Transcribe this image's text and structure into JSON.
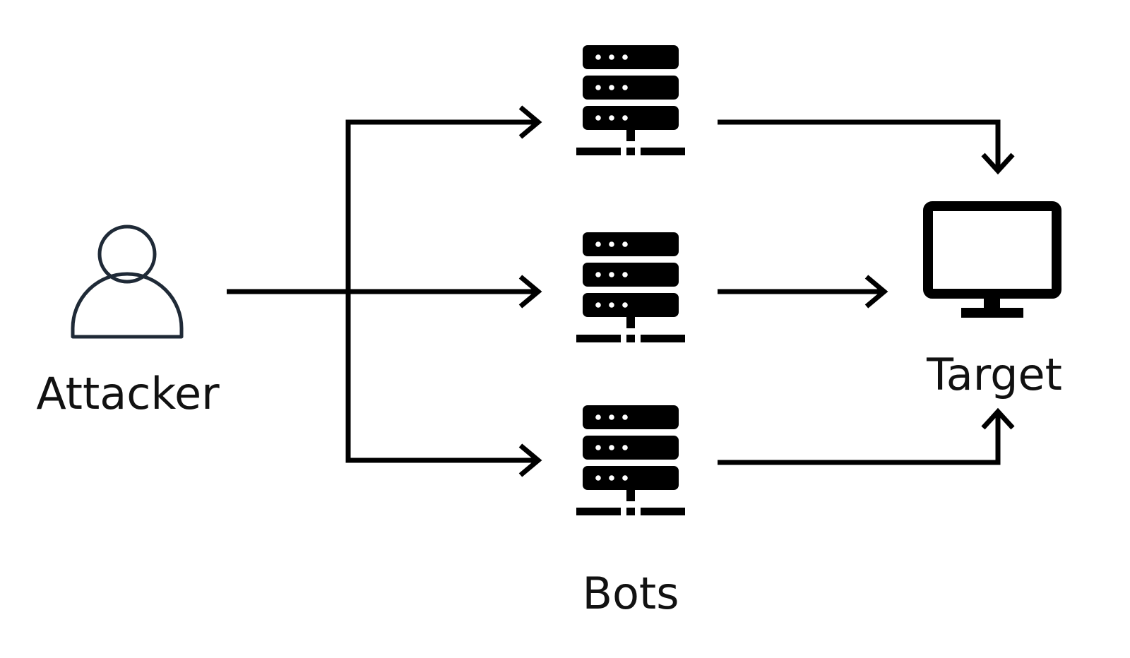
{
  "nodes": {
    "attacker": {
      "label": "Attacker",
      "icon": "user-icon"
    },
    "bots": {
      "label": "Bots",
      "icon": "server-icon",
      "count": 3
    },
    "target": {
      "label": "Target",
      "icon": "monitor-icon"
    }
  },
  "edges": [
    {
      "from": "attacker",
      "to": "bot-1"
    },
    {
      "from": "attacker",
      "to": "bot-2"
    },
    {
      "from": "attacker",
      "to": "bot-3"
    },
    {
      "from": "bot-1",
      "to": "target"
    },
    {
      "from": "bot-2",
      "to": "target"
    },
    {
      "from": "bot-3",
      "to": "target"
    }
  ],
  "colors": {
    "stroke": "#000000",
    "user_outline": "#1f2a37",
    "background": "#ffffff"
  }
}
